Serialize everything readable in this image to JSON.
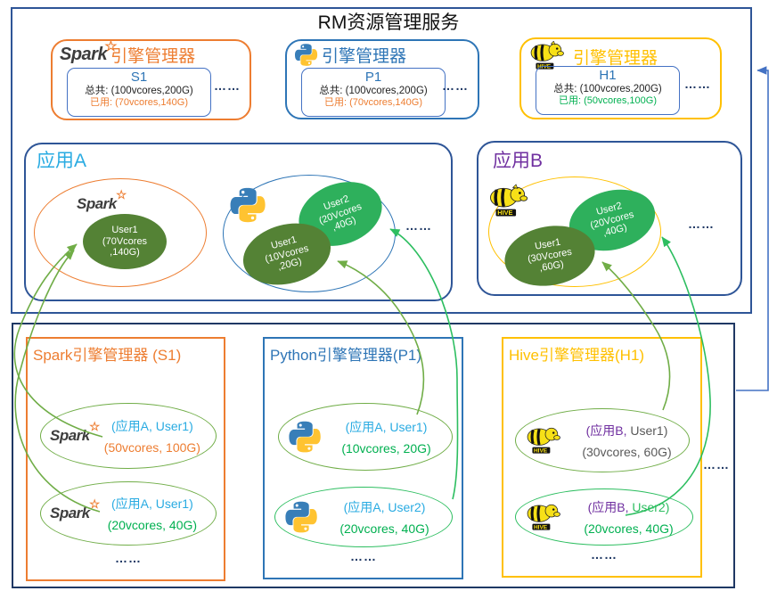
{
  "title": "RM资源管理服务",
  "dots": "……",
  "spark_logo_text": "Spark",
  "hive_logo_text": "HIVE",
  "top_managers": {
    "spark": {
      "label": "引擎管理器",
      "id": "S1",
      "total": "总共: (100vcores,200G)",
      "used": "已用: (70vcores,140G)"
    },
    "python": {
      "label": "引擎管理器",
      "id": "P1",
      "total": "总共: (100vcores,200G)",
      "used": "已用: (70vcores,140G)"
    },
    "hive": {
      "label": "引擎管理器",
      "id": "H1",
      "total": "总共: (100vcores,200G)",
      "used": "已用: (50vcores,100G)"
    }
  },
  "app_a": {
    "label": "应用A",
    "spark_user1": {
      "name": "User1",
      "l1": "(70Vcores",
      "l2": ",140G)"
    },
    "py_user1": {
      "name": "User1",
      "l1": "(10Vcores",
      "l2": ",20G)"
    },
    "py_user2": {
      "name": "User2",
      "l1": "(20Vcores",
      "l2": ",40G)"
    }
  },
  "app_b": {
    "label": "应用B",
    "hive_user1": {
      "name": "User1",
      "l1": "(30Vcores",
      "l2": ",60G)"
    },
    "hive_user2": {
      "name": "User2",
      "l1": "(20Vcores",
      "l2": ",40G)"
    }
  },
  "bottom": {
    "spark": {
      "title": "Spark引擎管理器 (S1)",
      "e1": {
        "app": "(应用A,",
        "user": "User1)",
        "val": "(50vcores, 100G)"
      },
      "e2": {
        "app": "(应用A,",
        "user": "User1)",
        "val": "(20vcores, 40G)"
      }
    },
    "python": {
      "title": "Python引擎管理器(P1)",
      "e1": {
        "app": "(应用A,",
        "user": "User1)",
        "val": "(10vcores, 20G)"
      },
      "e2": {
        "app": "(应用A,",
        "user": "User2)",
        "val": "(20vcores, 40G)"
      }
    },
    "hive": {
      "title": "Hive引擎管理器(H1)",
      "e1": {
        "app": "(应用B,",
        "user": "User1)",
        "val": "(30vcores, 60G)"
      },
      "e2": {
        "app": "(应用B,",
        "user": "User2)",
        "val": "(20vcores, 40G)"
      }
    }
  },
  "colors": {
    "orange": "#ED7D31",
    "engine_blue": "#2E75B6",
    "gold": "#FFC000",
    "light_blue": "#29ABE2",
    "purple": "#7030A0",
    "dark_green_fill": "#548235",
    "bright_green_fill": "#2EB05C",
    "olive_stroke": "#70AD47",
    "green_text": "#00B050",
    "navy": "#1F3864",
    "box_blue": "#2E5597",
    "arrow_blue": "#4472C4"
  }
}
